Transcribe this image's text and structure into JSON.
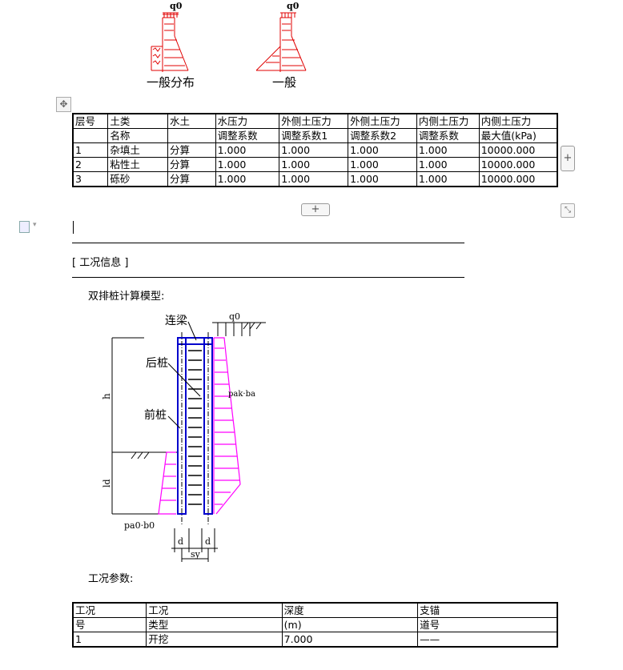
{
  "figures_top": {
    "left_label": "一般分布",
    "right_label": "一般",
    "load_symbol": "q0"
  },
  "table1": {
    "header_row1": [
      "层号",
      "土类",
      "水土",
      "水压力",
      "外侧土压力",
      "外侧土压力",
      "内侧土压力",
      "内侧土压力"
    ],
    "header_row2": [
      "",
      "名称",
      "",
      "调整系数",
      "调整系数1",
      "调整系数2",
      "调整系数",
      "最大值(kPa)"
    ],
    "rows": [
      [
        "1",
        "杂填土",
        "分算",
        "1.000",
        "1.000",
        "1.000",
        "1.000",
        "10000.000"
      ],
      [
        "2",
        "粘性土",
        "分算",
        "1.000",
        "1.000",
        "1.000",
        "1.000",
        "10000.000"
      ],
      [
        "3",
        "砾砂",
        "分算",
        "1.000",
        "1.000",
        "1.000",
        "1.000",
        "10000.000"
      ]
    ]
  },
  "section_title": "[ 工况信息 ]",
  "model_caption": "双排桩计算模型:",
  "diagram": {
    "label_beam": "连梁",
    "label_rear_pile": "后桩",
    "label_front_pile": "前桩",
    "label_h": "h",
    "label_ld": "ld",
    "label_q0": "q0",
    "label_pak": "pak·ba",
    "label_pa0": "pa0·b0",
    "label_d1": "d",
    "label_d2": "d",
    "label_sy": "sy"
  },
  "params_caption": "工况参数:",
  "table2": {
    "header_row1": [
      "工况",
      "工况",
      "深度",
      "支锚"
    ],
    "header_row2": [
      "号",
      "类型",
      "(m)",
      "道号"
    ],
    "rows": [
      [
        "1",
        "开挖",
        "7.000",
        "——"
      ]
    ]
  },
  "ui": {
    "plus": "+"
  },
  "colors": {
    "red": "#e00000",
    "magenta": "#ff00ff",
    "blue": "#0000cc"
  }
}
